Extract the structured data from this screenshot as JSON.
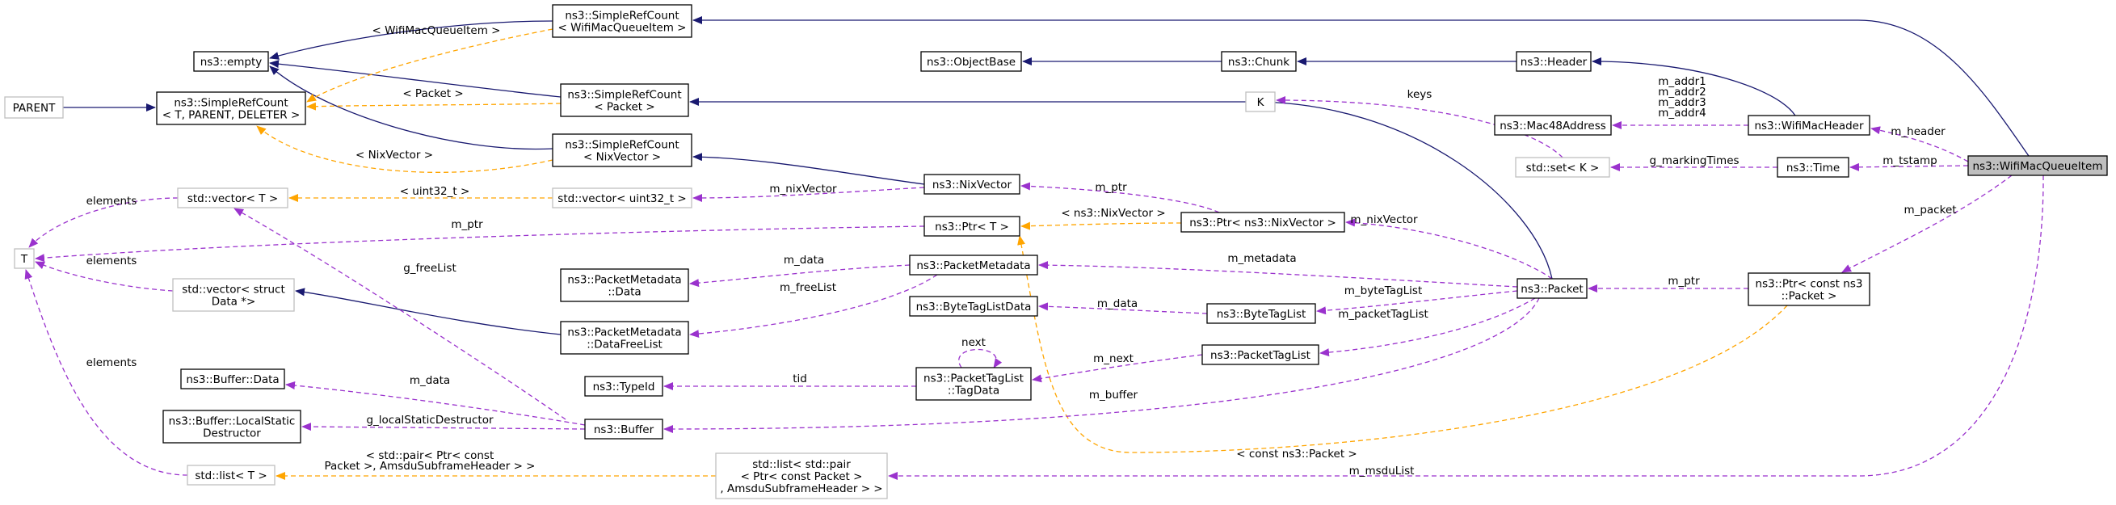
{
  "diagram": {
    "colors": {
      "inherit": "#191970",
      "usage": "#9a32cd",
      "template": "#ffa500",
      "ghost_border": "#bfbfbf",
      "focus_fill": "#bfbfbf"
    },
    "nodes": [
      {
        "id": "wifimacqueueitem",
        "lines": [
          "ns3::WifiMacQueueItem"
        ],
        "style": "focus"
      },
      {
        "id": "srcount-wmqi",
        "lines": [
          "ns3::SimpleRefCount",
          "< WifiMacQueueItem >"
        ],
        "style": "normal"
      },
      {
        "id": "empty",
        "lines": [
          "ns3::empty"
        ],
        "style": "normal"
      },
      {
        "id": "srcount-t",
        "lines": [
          "ns3::SimpleRefCount",
          "< T, PARENT, DELETER >"
        ],
        "style": "normal"
      },
      {
        "id": "parent",
        "lines": [
          "PARENT"
        ],
        "style": "ghost"
      },
      {
        "id": "srcount-packet",
        "lines": [
          "ns3::SimpleRefCount",
          "< Packet >"
        ],
        "style": "normal"
      },
      {
        "id": "srcount-nixvector",
        "lines": [
          "ns3::SimpleRefCount",
          "< NixVector >"
        ],
        "style": "normal"
      },
      {
        "id": "objectbase",
        "lines": [
          "ns3::ObjectBase"
        ],
        "style": "normal"
      },
      {
        "id": "chunk",
        "lines": [
          "ns3::Chunk"
        ],
        "style": "normal"
      },
      {
        "id": "header",
        "lines": [
          "ns3::Header"
        ],
        "style": "normal"
      },
      {
        "id": "wifimacheader",
        "lines": [
          "ns3::WifiMacHeader"
        ],
        "style": "normal"
      },
      {
        "id": "k",
        "lines": [
          "K"
        ],
        "style": "ghost"
      },
      {
        "id": "mac48address",
        "lines": [
          "ns3::Mac48Address"
        ],
        "style": "normal"
      },
      {
        "id": "set-k",
        "lines": [
          "std::set< K >"
        ],
        "style": "ghost"
      },
      {
        "id": "time",
        "lines": [
          "ns3::Time"
        ],
        "style": "normal"
      },
      {
        "id": "nixvector",
        "lines": [
          "ns3::NixVector"
        ],
        "style": "normal"
      },
      {
        "id": "vector-t",
        "lines": [
          "std::vector< T >"
        ],
        "style": "ghost"
      },
      {
        "id": "vector-uint32",
        "lines": [
          "std::vector< uint32_t >"
        ],
        "style": "ghost"
      },
      {
        "id": "ptr-t",
        "lines": [
          "ns3::Ptr< T >"
        ],
        "style": "normal"
      },
      {
        "id": "ptr-nixvector",
        "lines": [
          "ns3::Ptr< ns3::NixVector >"
        ],
        "style": "normal"
      },
      {
        "id": "t",
        "lines": [
          "T"
        ],
        "style": "ghost"
      },
      {
        "id": "vector-struct-data",
        "lines": [
          "std::vector< struct",
          "Data *>"
        ],
        "style": "ghost"
      },
      {
        "id": "packetmetadata-data",
        "lines": [
          "ns3::PacketMetadata",
          "::Data"
        ],
        "style": "normal"
      },
      {
        "id": "packetmetadata",
        "lines": [
          "ns3::PacketMetadata"
        ],
        "style": "normal"
      },
      {
        "id": "packet",
        "lines": [
          "ns3::Packet"
        ],
        "style": "normal"
      },
      {
        "id": "ptr-const-packet",
        "lines": [
          "ns3::Ptr< const ns3",
          "::Packet >"
        ],
        "style": "normal"
      },
      {
        "id": "packetmetadata-datafreelist",
        "lines": [
          "ns3::PacketMetadata",
          "::DataFreeList"
        ],
        "style": "normal"
      },
      {
        "id": "bytetaglistdata",
        "lines": [
          "ns3::ByteTagListData"
        ],
        "style": "normal"
      },
      {
        "id": "bytetaglist",
        "lines": [
          "ns3::ByteTagList"
        ],
        "style": "normal"
      },
      {
        "id": "packettaglist",
        "lines": [
          "ns3::PacketTagList"
        ],
        "style": "normal"
      },
      {
        "id": "buffer-data",
        "lines": [
          "ns3::Buffer::Data"
        ],
        "style": "normal"
      },
      {
        "id": "typeid",
        "lines": [
          "ns3::TypeId"
        ],
        "style": "normal"
      },
      {
        "id": "packettaglist-tagdata",
        "lines": [
          "ns3::PacketTagList",
          "::TagData"
        ],
        "style": "normal"
      },
      {
        "id": "buffer-lsd",
        "lines": [
          "ns3::Buffer::LocalStatic",
          "Destructor"
        ],
        "style": "normal"
      },
      {
        "id": "buffer",
        "lines": [
          "ns3::Buffer"
        ],
        "style": "normal"
      },
      {
        "id": "list-t",
        "lines": [
          "std::list< T >"
        ],
        "style": "ghost"
      },
      {
        "id": "list-pair",
        "lines": [
          "std::list< std::pair",
          "< Ptr< const Packet >",
          ", AmsduSubframeHeader > >"
        ],
        "style": "ghost"
      }
    ],
    "edges": [
      {
        "id": "srcount-wmqi-to-wifimacqueueitem",
        "kind": "inherit",
        "label": []
      },
      {
        "id": "empty-to-srcount-wmqi",
        "kind": "inherit",
        "label": []
      },
      {
        "id": "empty-to-srcount-packet",
        "kind": "inherit",
        "label": []
      },
      {
        "id": "empty-to-srcount-nixvector",
        "kind": "inherit",
        "label": []
      },
      {
        "id": "parent-to-srcount-t",
        "kind": "inherit",
        "label": []
      },
      {
        "id": "srcount-t-to-srcount-wmqi",
        "kind": "template",
        "label": [
          "< WifiMacQueueItem >"
        ]
      },
      {
        "id": "srcount-t-to-srcount-packet",
        "kind": "template",
        "label": [
          "< Packet >"
        ]
      },
      {
        "id": "srcount-t-to-srcount-nixvector",
        "kind": "template",
        "label": [
          "< NixVector >"
        ]
      },
      {
        "id": "objectbase-to-chunk",
        "kind": "inherit",
        "label": []
      },
      {
        "id": "chunk-to-header",
        "kind": "inherit",
        "label": []
      },
      {
        "id": "header-to-wifimacheader",
        "kind": "inherit",
        "label": []
      },
      {
        "id": "srcount-packet-to-packet",
        "kind": "inherit",
        "label": []
      },
      {
        "id": "srcount-nixvector-to-nixvector",
        "kind": "inherit",
        "label": []
      },
      {
        "id": "mac48address-to-wifimacheader",
        "kind": "usage",
        "label": [
          "m_addr1",
          "m_addr2",
          "m_addr3",
          "m_addr4"
        ]
      },
      {
        "id": "k-to-set-k",
        "kind": "usage",
        "label": [
          "keys"
        ]
      },
      {
        "id": "set-k-to-time",
        "kind": "usage",
        "label": [
          "g_markingTimes"
        ]
      },
      {
        "id": "wifimacheader-to-wifimacqueueitem",
        "kind": "usage",
        "label": [
          "m_header"
        ]
      },
      {
        "id": "time-to-wifimacqueueitem",
        "kind": "usage",
        "label": [
          "m_tstamp"
        ]
      },
      {
        "id": "ptr-const-packet-to-wifimacqueueitem",
        "kind": "usage",
        "label": [
          "m_packet"
        ]
      },
      {
        "id": "list-pair-to-wifimacqueueitem",
        "kind": "usage",
        "label": [
          "m_msduList"
        ]
      },
      {
        "id": "packet-to-ptr-const-packet",
        "kind": "usage",
        "label": [
          "m_ptr"
        ]
      },
      {
        "id": "ptr-t-to-ptr-const-packet",
        "kind": "template",
        "label": [
          "< const ns3::Packet >"
        ]
      },
      {
        "id": "t-to-ptr-t",
        "kind": "usage",
        "label": [
          "m_ptr"
        ]
      },
      {
        "id": "ptr-t-to-ptr-nixvector",
        "kind": "template",
        "label": [
          "< ns3::NixVector >"
        ]
      },
      {
        "id": "nixvector-to-ptr-nixvector",
        "kind": "usage",
        "label": [
          "m_ptr"
        ]
      },
      {
        "id": "ptr-nixvector-to-packet",
        "kind": "usage",
        "label": [
          "m_nixVector"
        ]
      },
      {
        "id": "vector-uint32-to-nixvector",
        "kind": "usage",
        "label": [
          "m_nixVector"
        ]
      },
      {
        "id": "vector-t-to-vector-uint32",
        "kind": "template",
        "label": [
          "< uint32_t >"
        ]
      },
      {
        "id": "t-to-vector-t",
        "kind": "usage",
        "label": [
          "elements"
        ]
      },
      {
        "id": "t-to-vector-struct-data",
        "kind": "usage",
        "label": [
          "elements"
        ]
      },
      {
        "id": "t-to-list-t",
        "kind": "usage",
        "label": [
          "elements"
        ]
      },
      {
        "id": "list-t-to-list-pair",
        "kind": "template",
        "label": [
          "< std::pair< Ptr< const",
          "Packet >, AmsduSubframeHeader > >"
        ]
      },
      {
        "id": "packetmetadata-to-packet",
        "kind": "usage",
        "label": [
          "m_metadata"
        ]
      },
      {
        "id": "packetmetadata-data-to-packetmetadata",
        "kind": "usage",
        "label": [
          "m_data"
        ]
      },
      {
        "id": "packetmetadata-datafreelist-to-packetmetadata",
        "kind": "usage",
        "label": [
          "m_freeList"
        ]
      },
      {
        "id": "vector-struct-data-to-packetmetadata-datafreelist",
        "kind": "inherit",
        "label": []
      },
      {
        "id": "bytetaglist-to-packet",
        "kind": "usage",
        "label": [
          "m_byteTagList"
        ]
      },
      {
        "id": "bytetaglistdata-to-bytetaglist",
        "kind": "usage",
        "label": [
          "m_data"
        ]
      },
      {
        "id": "packettaglist-to-packet",
        "kind": "usage",
        "label": [
          "m_packetTagList"
        ]
      },
      {
        "id": "packettaglist-tagdata-to-packettaglist",
        "kind": "usage",
        "label": [
          "m_next"
        ]
      },
      {
        "id": "packettaglist-tagdata-self",
        "kind": "usage",
        "label": [
          "next"
        ]
      },
      {
        "id": "typeid-to-packettaglist-tagdata",
        "kind": "usage",
        "label": [
          "tid"
        ]
      },
      {
        "id": "buffer-to-packet",
        "kind": "usage",
        "label": [
          "m_buffer"
        ]
      },
      {
        "id": "buffer-data-to-buffer",
        "kind": "usage",
        "label": [
          "m_data"
        ]
      },
      {
        "id": "buffer-lsd-to-buffer",
        "kind": "usage",
        "label": [
          "g_localStaticDestructor"
        ]
      },
      {
        "id": "vector-t-to-buffer",
        "kind": "usage",
        "label": [
          "g_freeList"
        ]
      }
    ]
  }
}
